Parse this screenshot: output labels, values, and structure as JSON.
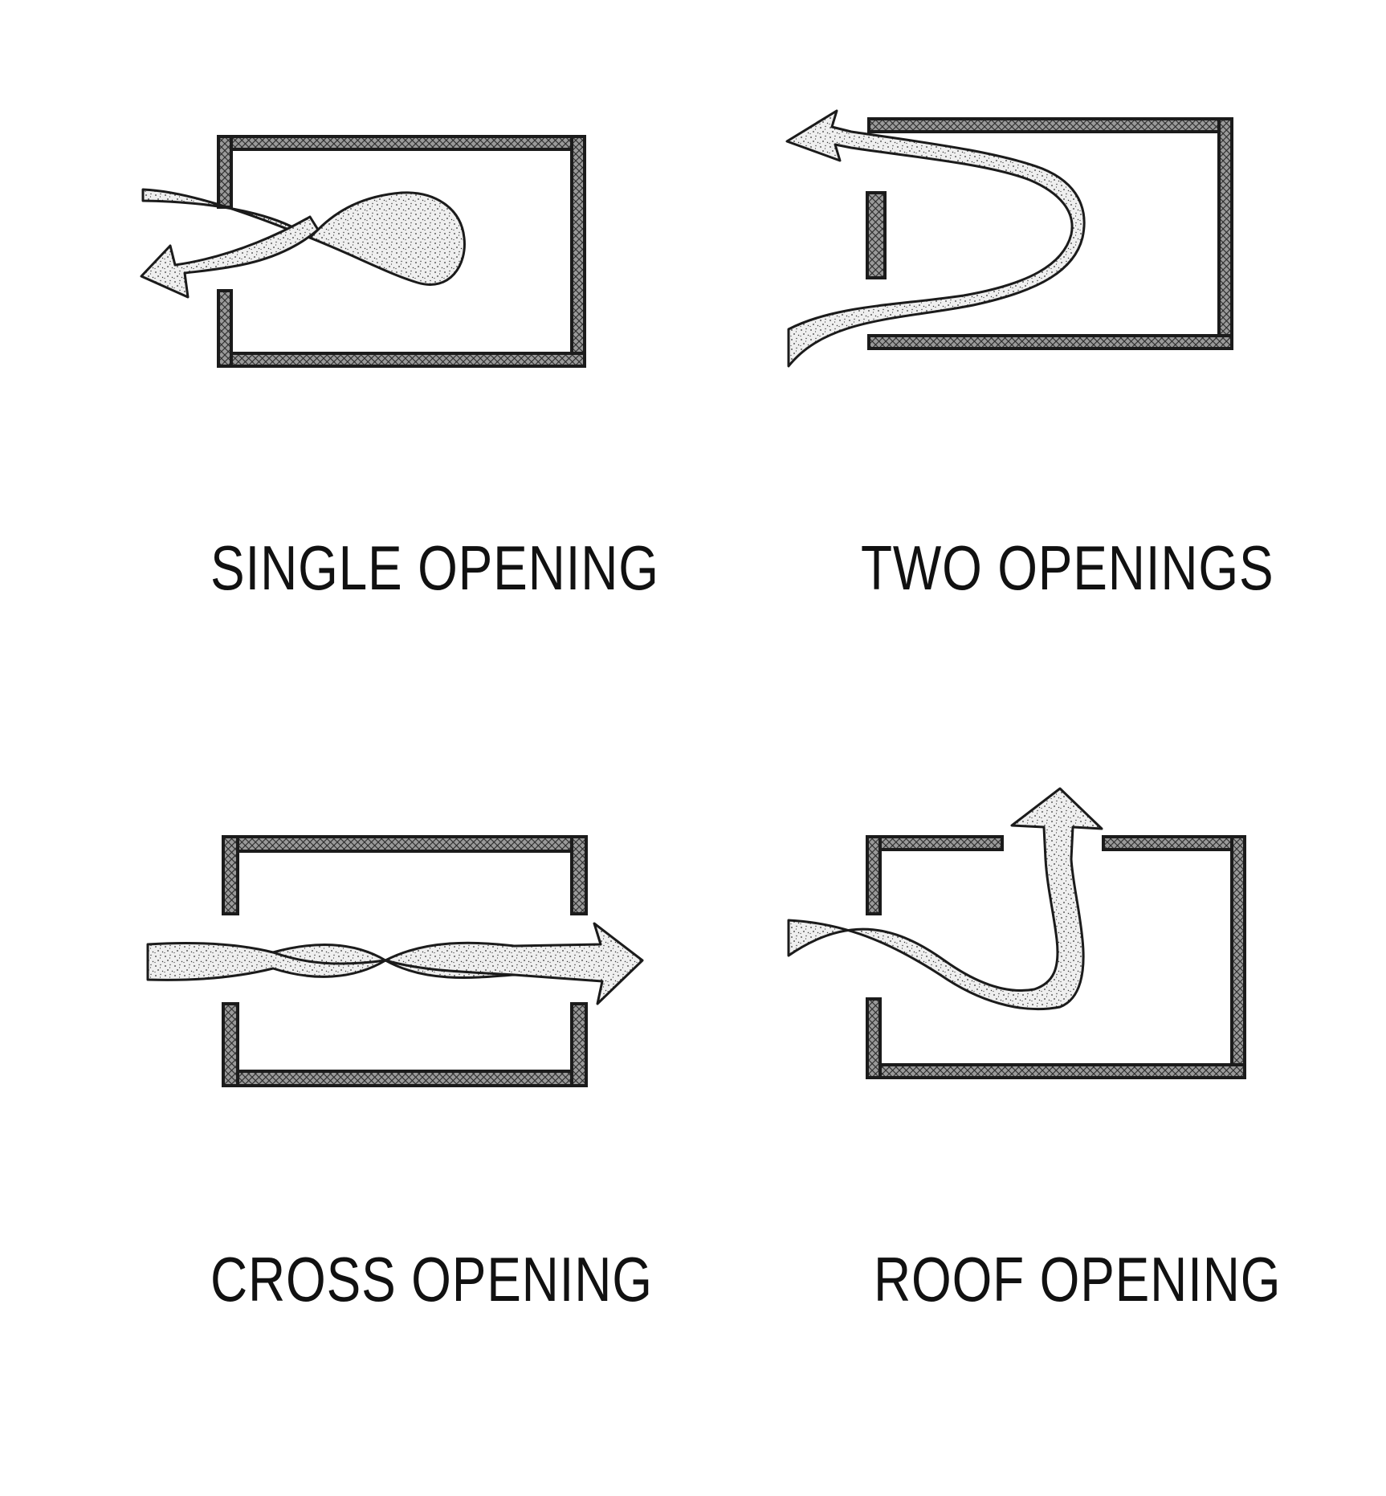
{
  "panels": [
    {
      "id": "single",
      "label": "SINGLE OPENING",
      "openings": 1
    },
    {
      "id": "two",
      "label": "TWO OPENINGS",
      "openings": 2
    },
    {
      "id": "cross",
      "label": "CROSS OPENING",
      "openings": 2
    },
    {
      "id": "roof",
      "label": "ROOF OPENING",
      "openings": 2
    }
  ],
  "colors": {
    "ink": "#1b1b1b",
    "wall_fill": "#8a8a8a",
    "flow_fill": "#e6e6e6",
    "background": "#ffffff"
  }
}
